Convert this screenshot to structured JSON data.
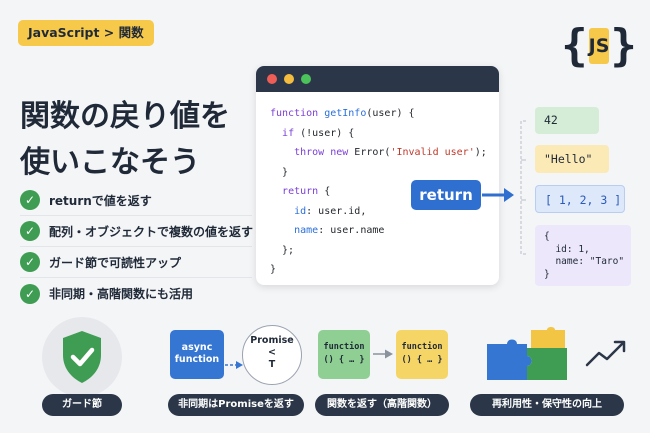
{
  "breadcrumb": "JavaScript > 関数",
  "logo": {
    "text": "JS",
    "brace_open": "{",
    "brace_close": "}"
  },
  "title": {
    "line1": "関数の戻り値を",
    "line2": "使いこなそう"
  },
  "features": [
    "returnで値を返す",
    "配列・オブジェクトで複数の値を返す",
    "ガード節で可読性アップ",
    "非同期・高階関数にも活用"
  ],
  "check_glyph": "✓",
  "return_label": "return",
  "return_values": {
    "number": "42",
    "string": "\"Hello\"",
    "array": "[ 1, 2, 3 ]",
    "object": "{\n  id: 1,\n  name: \"Taro\"\n}"
  },
  "bottom": {
    "async_box": {
      "line1": "async",
      "line2": "function"
    },
    "promise": {
      "line1": "Promise",
      "line2": "<",
      "line3": "T"
    },
    "fn_box": {
      "line1": "function",
      "line2": "() { … }"
    },
    "labels": [
      "ガード節",
      "非同期はPromiseを返す",
      "関数を返す（高階関数）",
      "再利用性・保守性の向上"
    ]
  },
  "colors": {
    "accent_yellow": "#f7c94a",
    "accent_blue": "#2f6fd0",
    "check_green": "#3e9d52",
    "dark_navy": "#2b3748"
  },
  "icons": [
    "check-icon",
    "shield-check-icon",
    "arrow-right-icon",
    "puzzle-icon",
    "trend-up-icon"
  ]
}
